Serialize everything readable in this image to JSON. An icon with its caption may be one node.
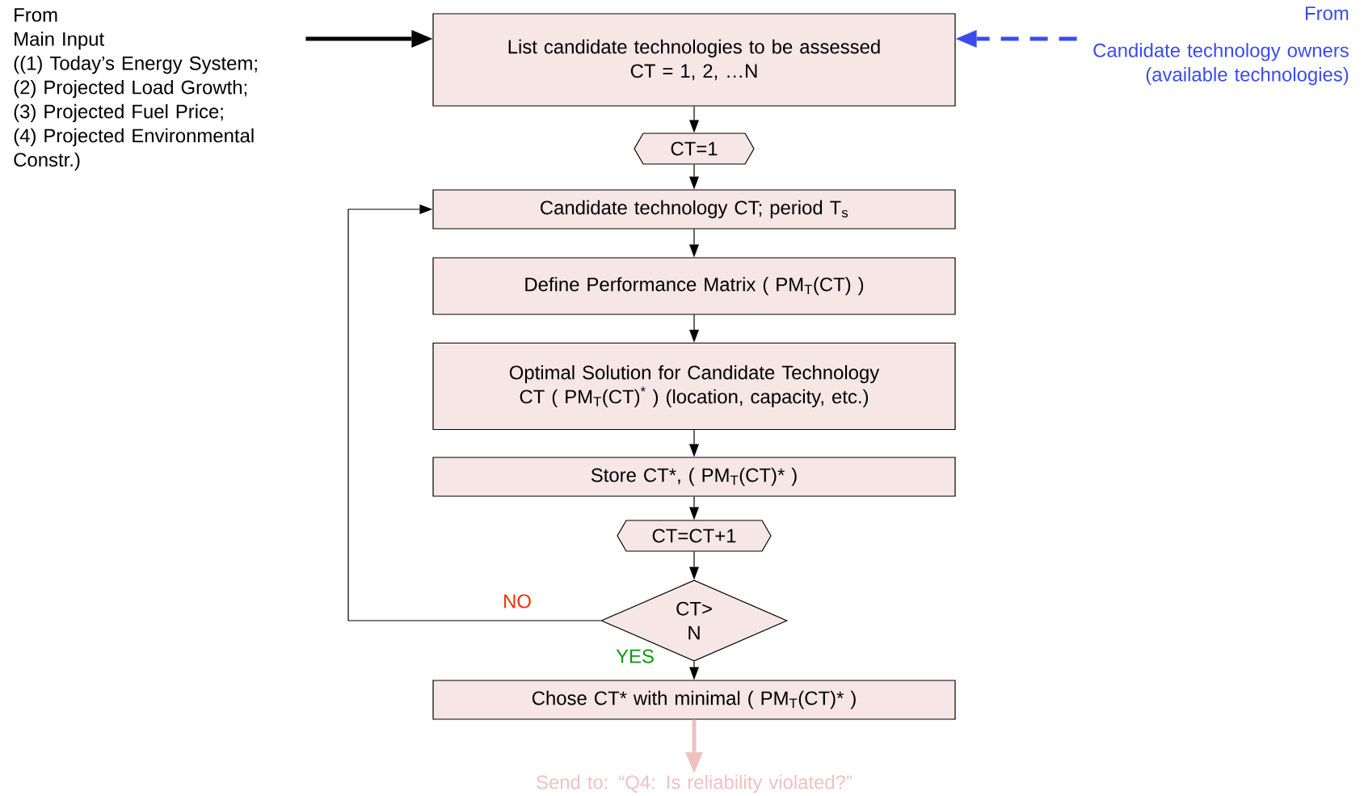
{
  "diagram": {
    "nodes": [
      {
        "text": [
          "From",
          "Main Input",
          "((1) Today’s Energy System;",
          "(2) Projected Load Growth;",
          "(3) Projected Fuel Price;",
          "(4) Projected Environmental Constr.)"
        ]
      },
      {
        "text": [
          "From",
          "Candidate technology owners (available technologies)"
        ]
      },
      {
        "text": [
          "List candidate technologies to be assessed",
          "CT = 1, 2, …N"
        ]
      },
      {
        "text": [
          "CT=1"
        ]
      },
      {
        "text": [
          "Candidate technology CT; period T$_{s}$"
        ]
      },
      {
        "text": [
          "Define Performance Matrix  ( PM$_{T}$(CT) )"
        ]
      },
      {
        "text": [
          "Optimal Solution for Candidate Technology CT ( PM$_{T}$(CT)$^{*}$ ) (location, capacity, etc.)"
        ]
      },
      {
        "text": [
          "Store CT*, ( PM$_{T}$(CT)* )"
        ]
      },
      {
        "text": [
          "CT=CT+1"
        ]
      },
      {
        "text": [
          "CT> N"
        ]
      },
      {
        "text": [
          "Chose CT* with minimal ( PM$_{T}$(CT)* )"
        ]
      },
      {
        "text": [
          "Send to: “Q4: Is reliability violated?”"
        ]
      }
    ],
    "edges": [
      {
        "from": 0,
        "to": 2,
        "arrow": "to",
        "style": "thick"
      },
      {
        "from": 1,
        "to": 2,
        "arrow": "to",
        "style": "dashed",
        "color": "#3a4cf0"
      },
      {
        "from": 2,
        "to": 3,
        "arrow": "to"
      },
      {
        "from": 3,
        "to": 4,
        "arrow": "to"
      },
      {
        "from": 4,
        "to": 5,
        "arrow": "to"
      },
      {
        "from": 5,
        "to": 6,
        "arrow": "to"
      },
      {
        "from": 6,
        "to": 7,
        "arrow": "to"
      },
      {
        "from": 7,
        "to": 8,
        "arrow": "to"
      },
      {
        "from": 8,
        "to": 9,
        "arrow": "to"
      },
      {
        "from": 9,
        "to": 4,
        "arrow": "to",
        "label": "NO"
      },
      {
        "from": 9,
        "to": 10,
        "arrow": "to",
        "label": "YES"
      },
      {
        "from": 10,
        "to": 11,
        "arrow": "to",
        "style": "thick",
        "color": "#f0c0c0"
      }
    ]
  }
}
